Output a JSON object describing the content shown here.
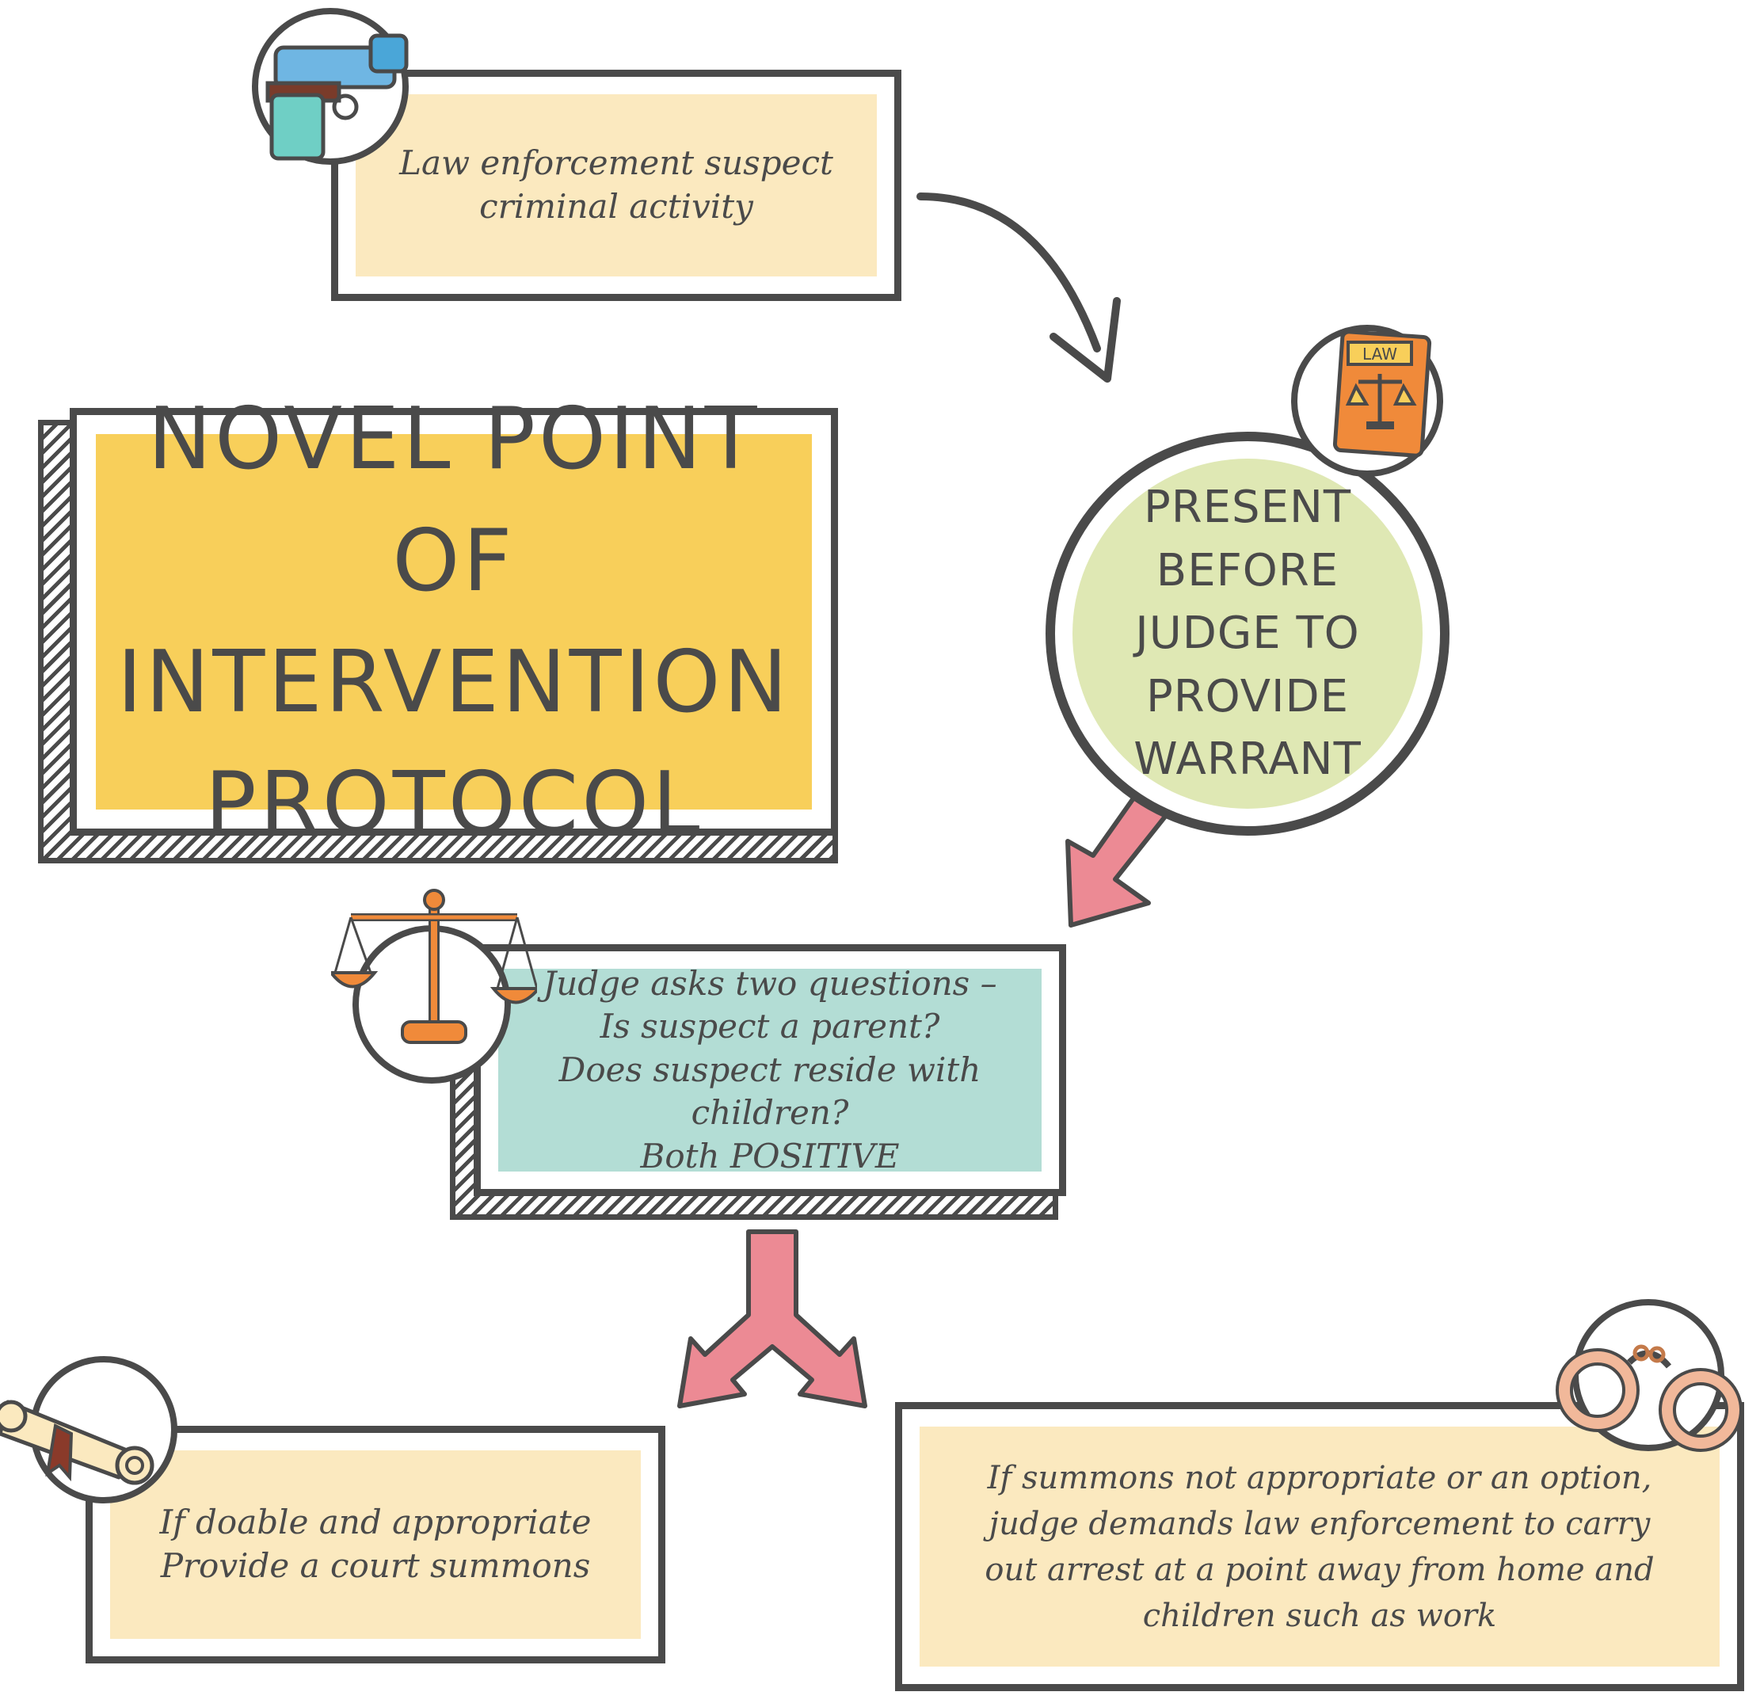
{
  "title": {
    "lines": [
      "NOVEL POINT OF",
      "INTERVENTION",
      "PROTOCOL"
    ]
  },
  "steps": {
    "suspect": {
      "lines": [
        "Law enforcement suspect",
        "criminal activity"
      ]
    },
    "judge": {
      "lines": [
        "PRESENT BEFORE",
        "JUDGE TO PROVIDE",
        "WARRANT"
      ]
    },
    "questions": {
      "lines": [
        "Judge asks two questions –",
        "Is suspect a parent?",
        "Does suspect reside with children?",
        "Both POSITIVE"
      ]
    },
    "summons": {
      "lines": [
        "If doable and appropriate",
        "Provide a court summons"
      ]
    },
    "arrest": {
      "lines": [
        "If summons not appropriate or an option,",
        "judge demands law enforcement to carry",
        "out arrest at a point away from home and",
        "children such as work"
      ]
    }
  },
  "icons": {
    "suspect": "gun-icon",
    "judge": "law-book-icon",
    "questions": "scales-icon",
    "summons": "scroll-icon",
    "arrest": "handcuffs-icon",
    "law_book_label": "LAW"
  },
  "colors": {
    "outline": "#4a4a4a",
    "cream": "#fbe9bf",
    "title_yellow": "#f8cf5a",
    "judge_green": "#dfe8b4",
    "teal": "#b3ddd5",
    "pink_arrow": "#ec8a94"
  }
}
